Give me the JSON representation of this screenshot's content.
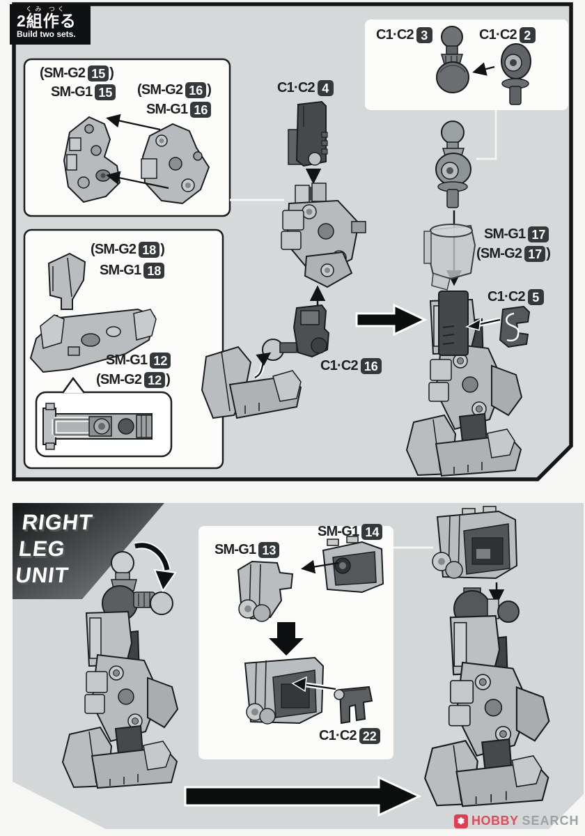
{
  "badge": {
    "furigana": "くみ つく",
    "title": "2組作る",
    "subtitle": "Build two sets."
  },
  "section_title": {
    "line1": "RIGHT",
    "line2": "LEG",
    "line3": "UNIT"
  },
  "labels": [
    {
      "pre": "(SM-G2",
      "num": "15",
      "post": ")"
    },
    {
      "pre": "SM-G1",
      "num": "15",
      "post": ""
    },
    {
      "pre": "(SM-G2",
      "num": "16",
      "post": ")"
    },
    {
      "pre": "SM-G1",
      "num": "16",
      "post": ""
    },
    {
      "pre": "C1·C2",
      "num": "3",
      "post": ""
    },
    {
      "pre": "C1·C2",
      "num": "2",
      "post": ""
    },
    {
      "pre": "C1·C2",
      "num": "4",
      "post": ""
    },
    {
      "pre": "(SM-G2",
      "num": "18",
      "post": ")"
    },
    {
      "pre": "SM-G1",
      "num": "18",
      "post": ""
    },
    {
      "pre": "SM-G1",
      "num": "12",
      "post": ""
    },
    {
      "pre": "(SM-G2",
      "num": "12",
      "post": ")"
    },
    {
      "pre": "C1·C2",
      "num": "16",
      "post": ""
    },
    {
      "pre": "SM-G1",
      "num": "17",
      "post": ""
    },
    {
      "pre": "(SM-G2",
      "num": "17",
      "post": ")"
    },
    {
      "pre": "C1·C2",
      "num": "5",
      "post": ""
    },
    {
      "pre": "SM-G1",
      "num": "13",
      "post": ""
    },
    {
      "pre": "SM-G1",
      "num": "14",
      "post": ""
    },
    {
      "pre": "C1·C2",
      "num": "22",
      "post": ""
    }
  ],
  "watermark": {
    "icon": "hobby-search-logo",
    "brand": "HOBBY",
    "brand2": "SEARCH"
  },
  "colors": {
    "panel_gray": "#d5d9da",
    "outline": "#1a1c1d",
    "label_box": "#35383a",
    "part_light": "#bcc0c2",
    "part_dark": "#54585a",
    "watermark_red": "#e04a5c"
  }
}
